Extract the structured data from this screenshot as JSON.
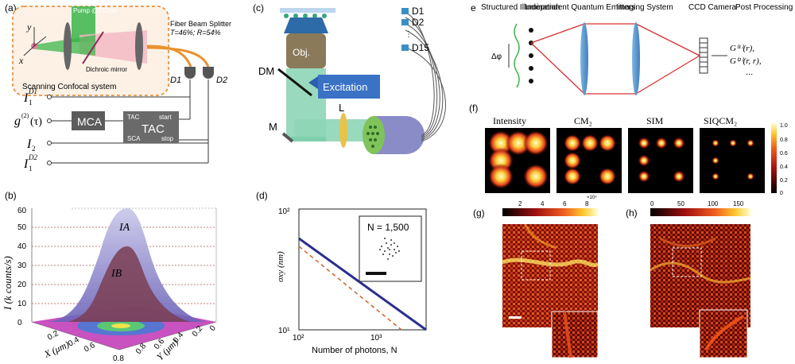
{
  "panel_a": {
    "label": "(a)",
    "pump": "Pump @532nm",
    "axis_y": "y",
    "axis_x": "x",
    "fiber_splitter": "Fiber Beam Splitter",
    "split_ratio": "T=46%; R=54%",
    "dichroic": "Dichroic mirror",
    "system": "Scanning Confocal system",
    "d1": "D1",
    "d2": "D2",
    "i1_d1_main": "I",
    "i1_d1_sub": "1",
    "i1_d1_sup": "D1",
    "g2_main": "g",
    "g2_sup": "(2)",
    "g2_tail": "(τ)",
    "i2_main": "I",
    "i2_sub": "2",
    "i1_d2_main": "I",
    "i1_d2_sub": "1",
    "i1_d2_sup": "D2",
    "mca": "MCA",
    "tac_small": "TAC",
    "tac_big": "TAC",
    "sca": "SCA",
    "start": "start",
    "stop": "stop"
  },
  "panel_b": {
    "label": "(b)",
    "ylabel": "I (k counts/s)",
    "zticks": [
      "0",
      "10",
      "20",
      "30",
      "40",
      "50",
      "60"
    ],
    "xaxis": "X (μm)",
    "yaxis": "Y (μm)",
    "xticks": [
      "0.8",
      "0.6",
      "0.4",
      "0.2"
    ],
    "yticks": [
      "0.8",
      "0.6",
      "0.4",
      "0.2",
      "0"
    ],
    "ia": "IA",
    "ib": "IB"
  },
  "panel_c": {
    "label": "(c)",
    "obj": "Obj.",
    "dm": "DM",
    "excitation": "Excitation",
    "m": "M",
    "l": "L",
    "d1": "D1",
    "d2": "D2",
    "d15": "D15"
  },
  "panel_d": {
    "label": "(d)",
    "ylabel": "σxy (nm)",
    "xlabel": "Number of photons, N",
    "inset": "N = 1,500",
    "y_top": "10²",
    "y_bottom": "10¹",
    "x_left": "10²",
    "x_mid": "10³"
  },
  "panel_e": {
    "label": "e",
    "col1": "Structured Illumination",
    "col2": "Independent Quantum Emitters",
    "col3": "Imaging System",
    "col4": "CCD Camera",
    "col5": "Post Processing",
    "delta_phi": "Δφ",
    "g1": "G⁽¹⁾(r),",
    "g2": "G⁽²⁾(r, r),",
    "dots": "..."
  },
  "panel_f": {
    "label": "(f)",
    "titles": [
      "Intensity",
      "CM₂",
      "SIM",
      "SIQCM₂"
    ],
    "colorbar_ticks": [
      "1.0",
      "0.8",
      "0.6",
      "0.4",
      "0.2",
      "0"
    ]
  },
  "panel_g": {
    "label": "(g)",
    "colorbar_ticks": [
      "2",
      "4",
      "6",
      "8"
    ],
    "exponent": "×10⁴"
  },
  "panel_h": {
    "label": "(h)",
    "colorbar_ticks": [
      "0",
      "50",
      "100",
      "150"
    ]
  },
  "colors": {
    "green_beam": "#3bb54a",
    "pink_beam": "#f4b6c2",
    "orange_fiber": "#e8922e",
    "red_ray": "#d93030",
    "blue_curve": "#2b2f8f",
    "dashed_curve": "#d2612a"
  }
}
